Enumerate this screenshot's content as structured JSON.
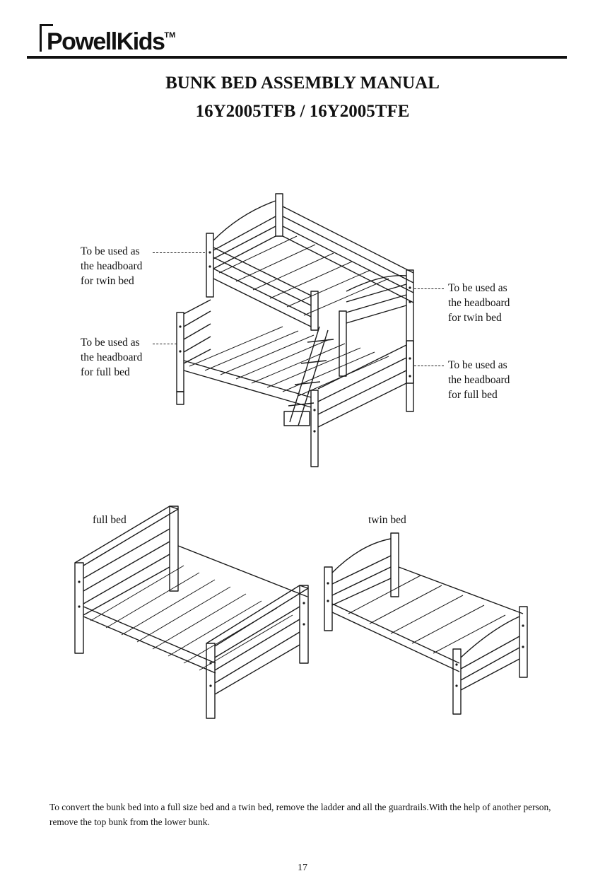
{
  "brand": {
    "name": "PowellKids",
    "tm": "TM"
  },
  "title": {
    "line1": "BUNK BED ASSEMBLY MANUAL",
    "line2": "16Y2005TFB / 16Y2005TFE"
  },
  "callouts": {
    "top_left": "To be used as\nthe headboard\nfor twin bed",
    "bottom_left": "To be used as\nthe headboard\nfor full bed",
    "top_right": "To be used as\nthe headboard\nfor twin bed",
    "bottom_right": "To be used as\nthe headboard\nfor full bed"
  },
  "figure_labels": {
    "full": "full bed",
    "twin": "twin bed"
  },
  "caption": "To convert the bunk bed into a full size bed and a twin bed, remove the ladder and all the guardrails.With the help of another person, remove the top bunk from the lower bunk.",
  "page_number": "17"
}
